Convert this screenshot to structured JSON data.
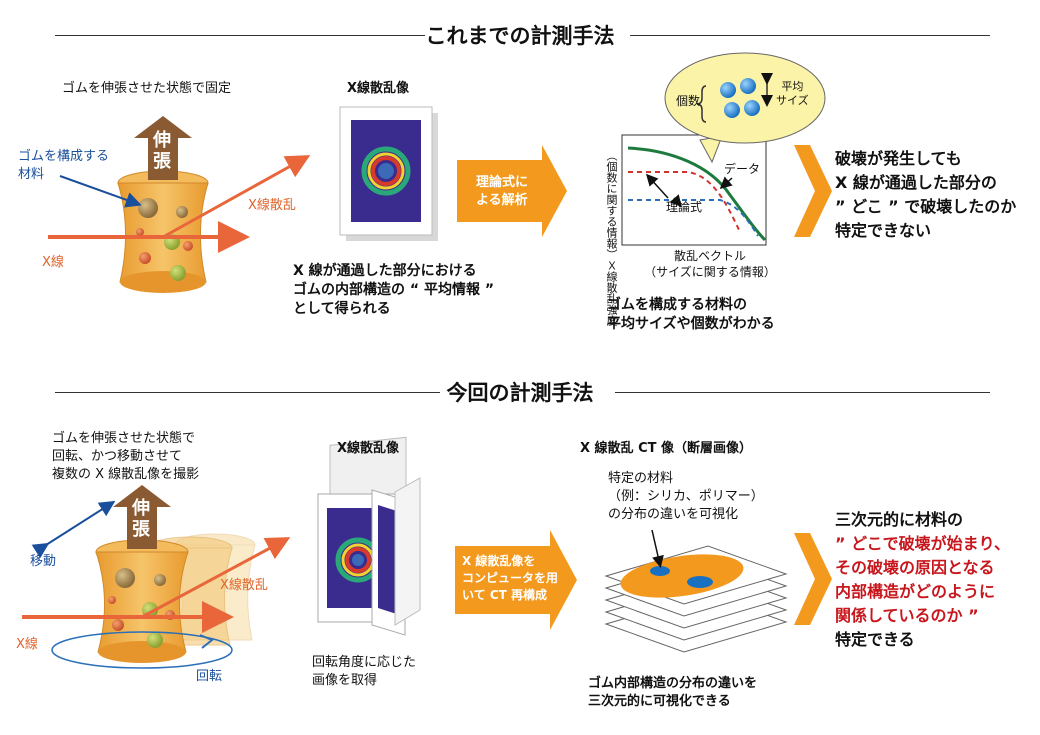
{
  "sections": {
    "previous_title": "これまでの計測手法",
    "current_title": "今回の計測手法"
  },
  "top": {
    "fixed_caption": "ゴムを伸張させた状態で固定",
    "rubber_material_label_1": "ゴムを構成する",
    "rubber_material_label_2": "材料",
    "stretch_char_1": "伸",
    "stretch_char_2": "張",
    "xray_label": "X線",
    "scatter_label": "X線散乱",
    "scatter_image_title": "X線散乱像",
    "scatter_caption_1": "X 線が通過した部分における",
    "scatter_caption_2": "ゴムの内部構造の “ 平均情報 ”",
    "scatter_caption_3": "として得られる",
    "arrow_text_1": "理論式に",
    "arrow_text_2": "よる解析",
    "graph_ylabel_1": "（個数に関する情報）",
    "graph_ylabel_2": "Ｘ線散乱強度",
    "graph_xlabel_1": "散乱ベクトル",
    "graph_xlabel_2": "（サイズに関する情報）",
    "graph_data_label": "データ",
    "graph_theory_label": "理論式",
    "bubble_count_label": "個数",
    "bubble_size_label_1": "平均",
    "bubble_size_label_2": "サイズ",
    "graph_caption_1": "ゴムを構成する材料の",
    "graph_caption_2": "平均サイズや個数がわかる",
    "result_1": "破壊が発生しても",
    "result_2": "X 線が通過した部分の",
    "result_3": "” どこ ” で破壊したのか",
    "result_4": "特定できない"
  },
  "bottom": {
    "caption_1": "ゴムを伸張させた状態で",
    "caption_2": "回転、かつ移動させて",
    "caption_3": "複数の X 線散乱像を撮影",
    "move_label": "移動",
    "stretch_char_1": "伸",
    "stretch_char_2": "張",
    "xray_label": "X線",
    "scatter_label": "X線散乱",
    "rotate_label": "回転",
    "scatter_image_title": "X線散乱像",
    "rotation_caption_1": "回転角度に応じた",
    "rotation_caption_2": "画像を取得",
    "arrow_text_1": "X 線散乱像を",
    "arrow_text_2": "コンピュータを用",
    "arrow_text_3": "いて CT 再構成",
    "ct_title": "X 線散乱 CT 像（断層画像）",
    "ct_note_1": "特定の材料",
    "ct_note_2": "（例：シリカ、ポリマー）",
    "ct_note_3": "の分布の違いを可視化",
    "ct_caption_1": "ゴム内部構造の分布の違いを",
    "ct_caption_2": "三次元的に可視化できる",
    "result_1": "三次元的に材料の",
    "result_2": "” どこで破壊が始まり、",
    "result_3": "その破壊の原因となる",
    "result_4": "内部構造がどのように",
    "result_5": "関係しているのか ”",
    "result_6": "特定できる"
  },
  "colors": {
    "orange_arrow": "#f39a1e",
    "xray_arrow": "#e8663a",
    "rubber": "#f0b04a",
    "stretch_arrow": "#8a5a33",
    "blue_text": "#1a4f9c",
    "red_text": "#c8161d",
    "graph_data": "#1e7a3c",
    "graph_theory_red": "#d6322d",
    "graph_theory_blue": "#2a6fb8",
    "bubble": "#fbf3a8"
  }
}
